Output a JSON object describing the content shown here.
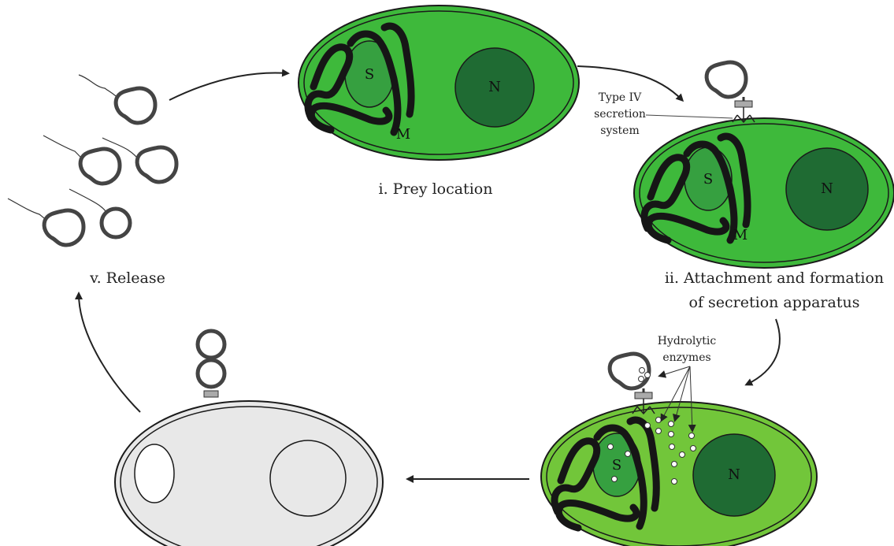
{
  "labels": {
    "stage1": "i. Prey location",
    "stage2_line1": "ii. Attachment and formation",
    "stage2_line2": "of secretion apparatus",
    "stage5": "v. Release",
    "t4ss_line1": "Type IV",
    "t4ss_line2": "secretion",
    "t4ss_line3": "system",
    "enz_line1": "Hydrolytic",
    "enz_line2": "enzymes",
    "S": "S",
    "N": "N",
    "M": "M"
  },
  "colors": {
    "cell_green": "#3eb93b",
    "cell_green_light": "#72c63a",
    "nucleus": "#1f6b33",
    "stroma": "#36a040",
    "dead_cell": "#e8e8e8",
    "outline": "#2a2a2a"
  }
}
